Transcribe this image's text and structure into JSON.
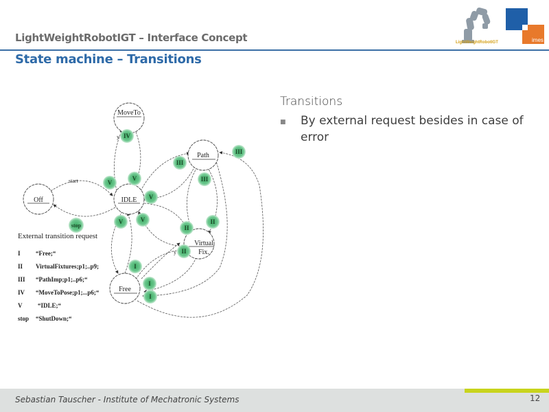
{
  "header": {
    "title": "LightWeightRobotIGT – Interface Concept",
    "slide_title": "State machine – Transitions",
    "robot_logo_caption": "LightWeightRobotIGT",
    "imes_logo_label": "imes"
  },
  "diagram": {
    "states": [
      {
        "id": "off",
        "label": "Off"
      },
      {
        "id": "idle",
        "label": "IDLE"
      },
      {
        "id": "moveto",
        "label": "MoveTo"
      },
      {
        "id": "path",
        "label": "Path"
      },
      {
        "id": "virtual",
        "label_line1": "Virtual",
        "label_line2": "Fix."
      },
      {
        "id": "free",
        "label": "Free"
      }
    ],
    "edge_labels": {
      "start": "start",
      "stop": "stop",
      "y_moveto": "y",
      "y_virtual": "y"
    },
    "badges": {
      "moveto_iv": "IV",
      "idle_v_left": "V",
      "idle_v_top": "V",
      "idle_v_right": "V",
      "idle_v_bottom_left": "V",
      "idle_v_bottom_right": "V",
      "path_iii_in": "III",
      "path_iii_below": "III",
      "path_iii_far": "III",
      "virtual_ii_left": "II",
      "virtual_ii_right": "II",
      "virtual_ii_out": "II",
      "free_i_top": "I",
      "free_i_mid": "I",
      "free_i_low": "I",
      "stop": "stop"
    },
    "legend": {
      "title": "External transition request",
      "rows": [
        {
          "key": "I",
          "value": "“Free;“"
        },
        {
          "key": "II",
          "value": "VirtualFixtures;p1;..p9;"
        },
        {
          "key": "III",
          "value": "“PathImp;p1;..p6;“"
        },
        {
          "key": "IV",
          "value": "“MoveToPose;p1;...p6;“"
        },
        {
          "key": "V",
          "value": "“IDLE;“"
        },
        {
          "key": "stop",
          "value": "“ShutDown;“"
        }
      ]
    }
  },
  "content": {
    "heading": "Transitions",
    "bullets": [
      "By external request besides in case of error"
    ]
  },
  "footer": {
    "author": "Sebastian Tauscher - Institute of Mechatronic Systems",
    "page": "12"
  },
  "colors": {
    "title_blue": "#2e6aa8",
    "badge_green": "#5cbf7d",
    "footer_accent": "#c8d41d",
    "imes_blue": "#1f5fa8",
    "imes_orange": "#e8792b"
  }
}
